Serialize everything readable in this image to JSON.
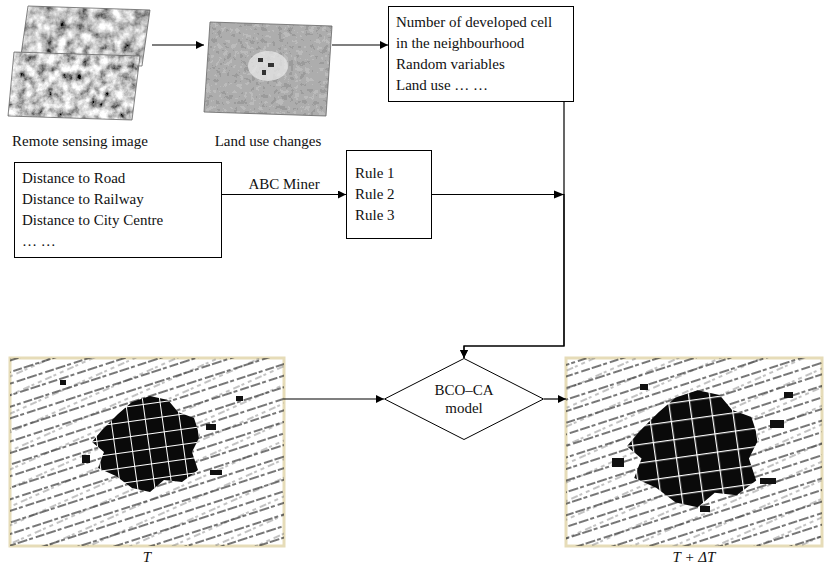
{
  "diagram": {
    "nodes": [
      {
        "text": [
          "Remote sensing image"
        ]
      },
      {
        "text": [
          "Land use changes"
        ]
      },
      {
        "text": [
          "Number of developed cell in the neighbourhood",
          "Random variables",
          "Land use … …"
        ]
      },
      {
        "text": [
          "Distance to Road",
          "Distance to Railway",
          "Distance to City Centre",
          "… …"
        ]
      },
      {
        "text": [
          "Rule 1",
          "Rule 2",
          "Rule 3"
        ]
      },
      {
        "text": [
          "T"
        ]
      },
      {
        "text": [
          "BCO–CA model"
        ]
      },
      {
        "text": [
          "T + ΔT"
        ]
      }
    ],
    "edges": [
      {
        "from": 0,
        "to": 1,
        "arrow": "to"
      },
      {
        "from": 1,
        "to": 2,
        "arrow": "to"
      },
      {
        "from": 3,
        "to": 4,
        "label": "ABC Miner",
        "arrow": "to"
      },
      {
        "from": 2,
        "to": 6,
        "arrow": "to"
      },
      {
        "from": 4,
        "to": 6,
        "arrow": "to"
      },
      {
        "from": 5,
        "to": 6,
        "arrow": "to"
      },
      {
        "from": 6,
        "to": 7,
        "arrow": "to"
      }
    ]
  }
}
